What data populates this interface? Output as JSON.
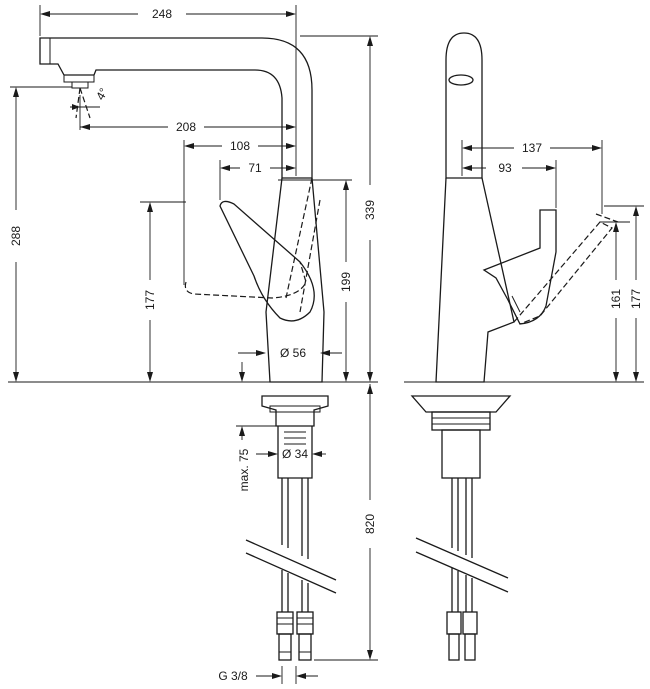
{
  "dimensions": {
    "d248": "248",
    "d208": "208",
    "d108": "108",
    "d71": "71",
    "d339": "339",
    "d288": "288",
    "d199": "199",
    "d177_front": "177",
    "d56": "Ø 56",
    "d34": "Ø 34",
    "dmax75": "max. 75",
    "d820": "820",
    "dthread": "G 3/8",
    "dangle": "4°",
    "d137": "137",
    "d93": "93",
    "d161": "161",
    "d177_side": "177"
  }
}
